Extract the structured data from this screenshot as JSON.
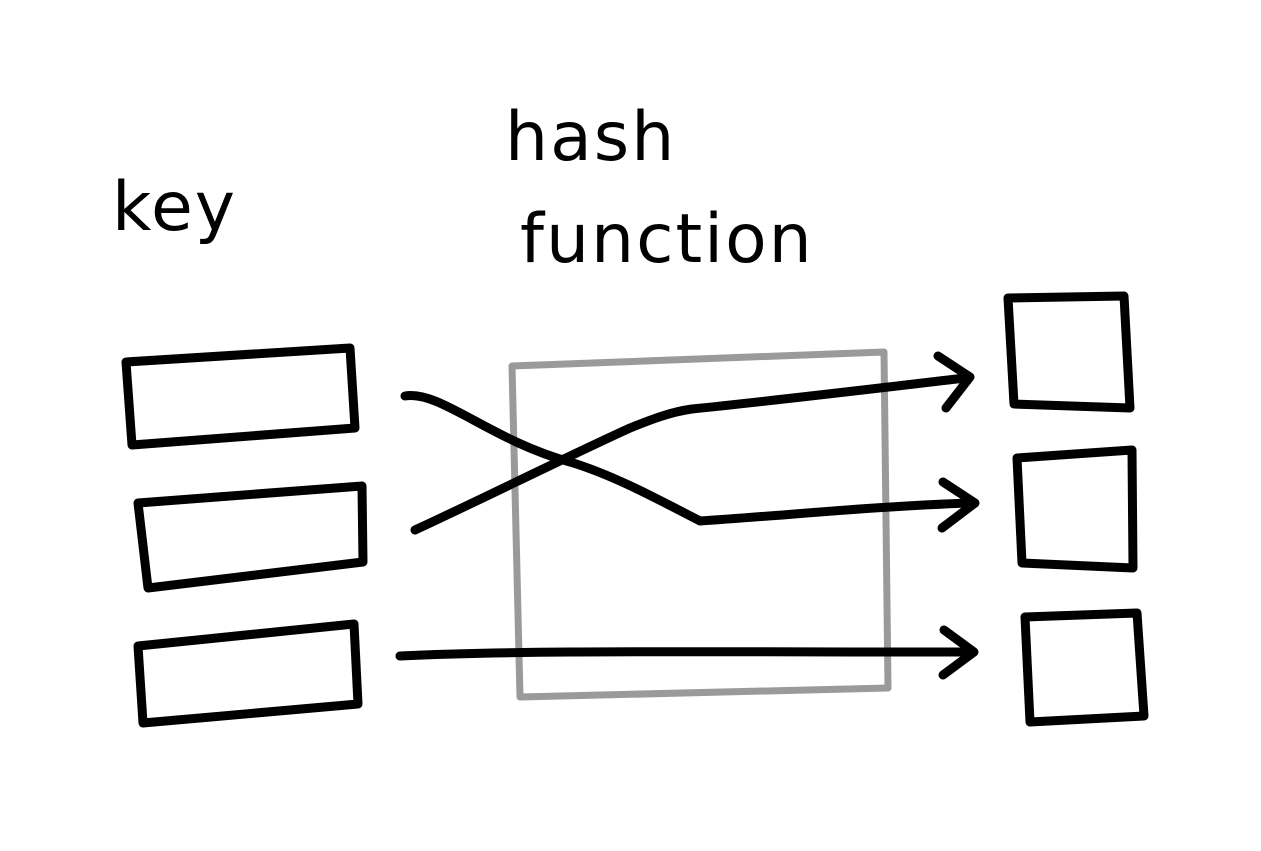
{
  "labels": {
    "key": "key",
    "hash_line1": "hash",
    "hash_line2": "function"
  },
  "colors": {
    "ink": "#000000",
    "hash_box": "#9a9a9a",
    "background": "#ffffff"
  },
  "diagram": {
    "keys": 3,
    "buckets": 3,
    "mappings": [
      {
        "from_key": 1,
        "to_bucket": 2
      },
      {
        "from_key": 2,
        "to_bucket": 1
      },
      {
        "from_key": 3,
        "to_bucket": 3
      }
    ]
  }
}
